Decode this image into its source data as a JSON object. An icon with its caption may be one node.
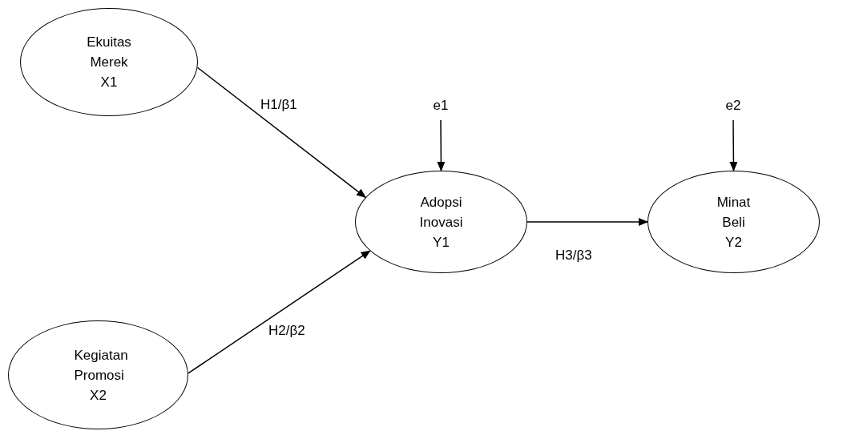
{
  "diagram": {
    "nodes": [
      {
        "text": [
          "Ekuitas Merek",
          "X1"
        ]
      },
      {
        "text": [
          "Kegiatan Promosi",
          "X2"
        ]
      },
      {
        "text": [
          "Adopsi Inovasi",
          "Y1"
        ]
      },
      {
        "text": [
          "Minat Beli",
          "Y2"
        ]
      },
      {
        "text": [
          "e1"
        ]
      },
      {
        "text": [
          "e2"
        ]
      }
    ],
    "edges": [
      {
        "from": 0,
        "to": 2,
        "arrow": "to",
        "label": "H1/β1"
      },
      {
        "from": 1,
        "to": 2,
        "arrow": "to",
        "label": "H2/β2"
      },
      {
        "from": 2,
        "to": 3,
        "arrow": "to",
        "label": "H3/β3"
      },
      {
        "from": 4,
        "to": 2,
        "arrow": "to"
      },
      {
        "from": 5,
        "to": 3,
        "arrow": "to"
      }
    ]
  }
}
